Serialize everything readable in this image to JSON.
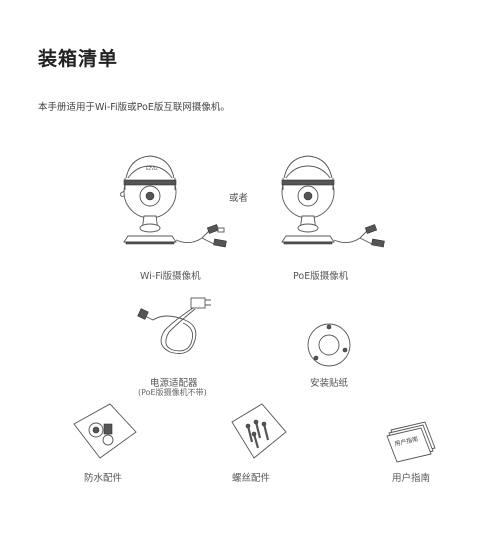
{
  "title": "装箱清单",
  "intro": "本手册适用于Wi-Fi版或PoE版互联网摄像机。",
  "items": {
    "wifi_camera": "Wi-Fi版摄像机",
    "or": "或者",
    "poe_camera": "PoE版摄像机",
    "power_adapter": "电源适配器",
    "power_adapter_note": "(PoE版摄像机不带)",
    "mounting_sticker": "安装贴纸",
    "waterproof_kit": "防水配件",
    "screw_kit": "螺丝配件",
    "user_guide": "用户指南"
  },
  "illustration_text": {
    "camera_brand": "EZVIZ",
    "guide_cover": "用户指南"
  }
}
